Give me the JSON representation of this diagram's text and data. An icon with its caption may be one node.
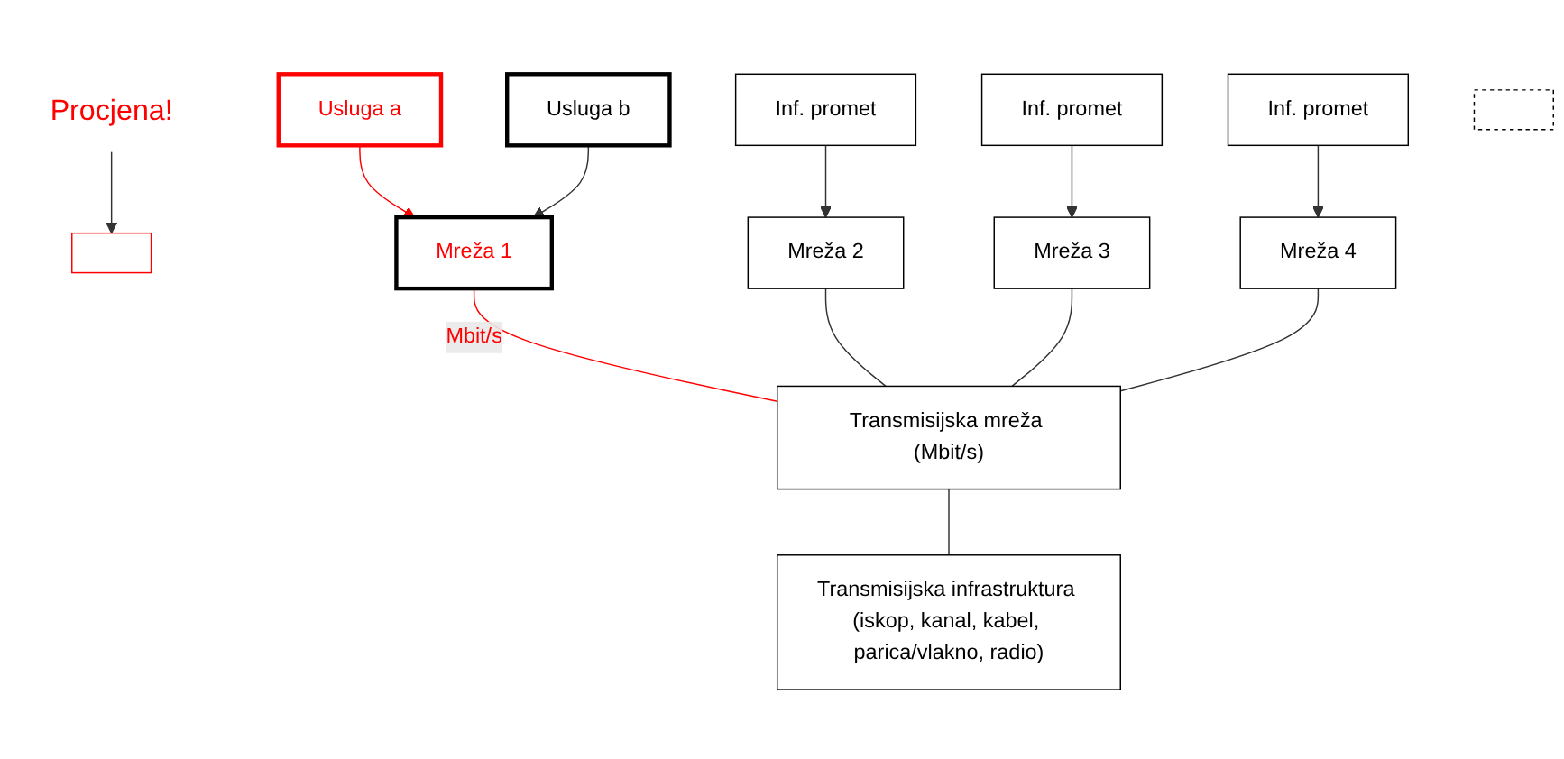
{
  "diagram": {
    "nodes": [
      {
        "text": [
          "Procjena!"
        ]
      },
      {
        "text": [],
        "shape": "box"
      },
      {
        "text": [
          "Usluga a"
        ]
      },
      {
        "text": [
          "Usluga b"
        ]
      },
      {
        "text": [
          "Inf. promet"
        ]
      },
      {
        "text": [
          "Inf. promet"
        ]
      },
      {
        "text": [
          "Inf. promet"
        ]
      },
      {
        "text": [
          "Mreža 1"
        ]
      },
      {
        "text": [
          "Mreža 2"
        ]
      },
      {
        "text": [
          "Mreža 3"
        ]
      },
      {
        "text": [
          "Mreža 4"
        ]
      },
      {
        "text": [],
        "shape": "box"
      },
      {
        "text": [
          "Transmisijska mreža (Mbit/s)"
        ]
      },
      {
        "text": [
          "Transmisijska infrastruktura (iskop, kanal, kabel, parica/vlakno, radio)"
        ]
      }
    ],
    "edges": [
      {
        "from": 0,
        "to": 1,
        "arrow": "to"
      },
      {
        "from": 2,
        "to": 7,
        "arrow": "to",
        "color": "#ff0000"
      },
      {
        "from": 3,
        "to": 7,
        "arrow": "to"
      },
      {
        "from": 4,
        "to": 8,
        "arrow": "to"
      },
      {
        "from": 5,
        "to": 9,
        "arrow": "to"
      },
      {
        "from": 6,
        "to": 10,
        "arrow": "to"
      },
      {
        "from": 7,
        "to": 12,
        "arrow": "none",
        "label": "Mbit/s",
        "color": "#ff0000"
      },
      {
        "from": 8,
        "to": 12,
        "arrow": "none"
      },
      {
        "from": 9,
        "to": 12,
        "arrow": "none"
      },
      {
        "from": 10,
        "to": 12,
        "arrow": "none"
      },
      {
        "from": 12,
        "to": 13,
        "arrow": "none"
      }
    ]
  }
}
